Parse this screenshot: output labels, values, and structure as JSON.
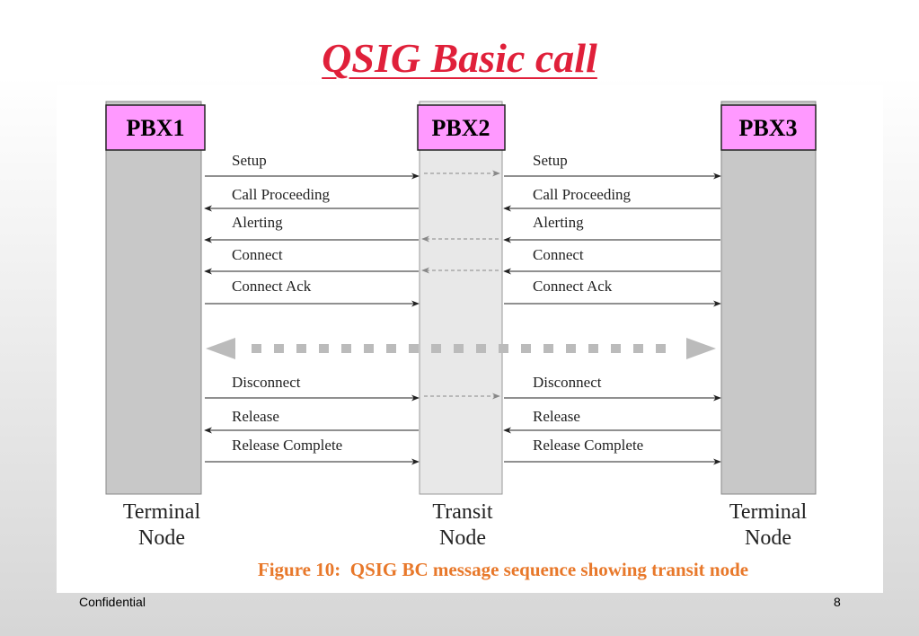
{
  "slide": {
    "title": "QSIG Basic call",
    "footer_left": "Confidential",
    "page_number": "8"
  },
  "diagram": {
    "nodes": [
      {
        "name": "PBX1",
        "type": "Terminal",
        "subtitle": "Node"
      },
      {
        "name": "PBX2",
        "type": "Transit",
        "subtitle": "Node"
      },
      {
        "name": "PBX3",
        "type": "Terminal",
        "subtitle": "Node"
      }
    ],
    "messages": [
      {
        "label": "Setup",
        "direction": "right"
      },
      {
        "label": "Call Proceeding",
        "direction": "left"
      },
      {
        "label": "Alerting",
        "direction": "left"
      },
      {
        "label": "Connect",
        "direction": "left"
      },
      {
        "label": "Connect Ack",
        "direction": "right"
      },
      {
        "label": "Disconnect",
        "direction": "right"
      },
      {
        "label": "Release",
        "direction": "left"
      },
      {
        "label": "Release Complete",
        "direction": "right"
      }
    ],
    "caption": "Figure 10:  QSIG BC message sequence showing transit node",
    "colors": {
      "title": "#e0203a",
      "pbx_box": "#ff99ff",
      "terminal_lifeline": "#c8c8c8",
      "transit_lifeline": "#e8e8e8",
      "caption": "#e8782a"
    }
  }
}
